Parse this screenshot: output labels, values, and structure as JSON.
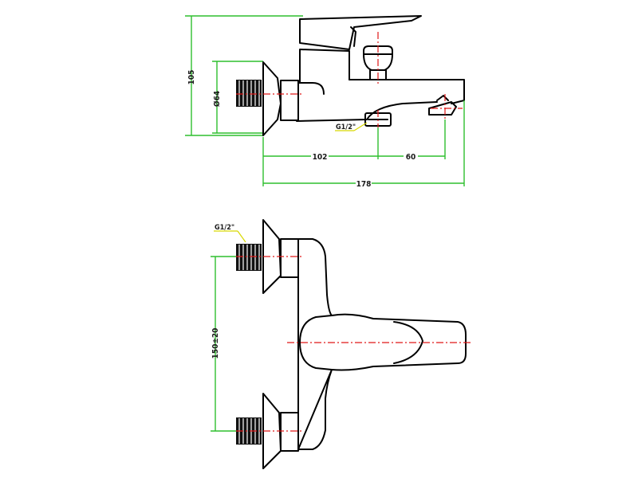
{
  "side_view": {
    "height_label": "105",
    "diameter_label": "Ø64",
    "thread_label": "G1/2\"",
    "length_a_label": "102",
    "length_b_label": "60",
    "total_label": "178"
  },
  "top_view": {
    "thread_label": "G1/2\"",
    "spacing_label": "150±20"
  },
  "colors": {
    "dimension": "#2fbf2f",
    "centerline": "#e01818",
    "annotation_leader": "#d8d800",
    "outline": "#000000"
  }
}
